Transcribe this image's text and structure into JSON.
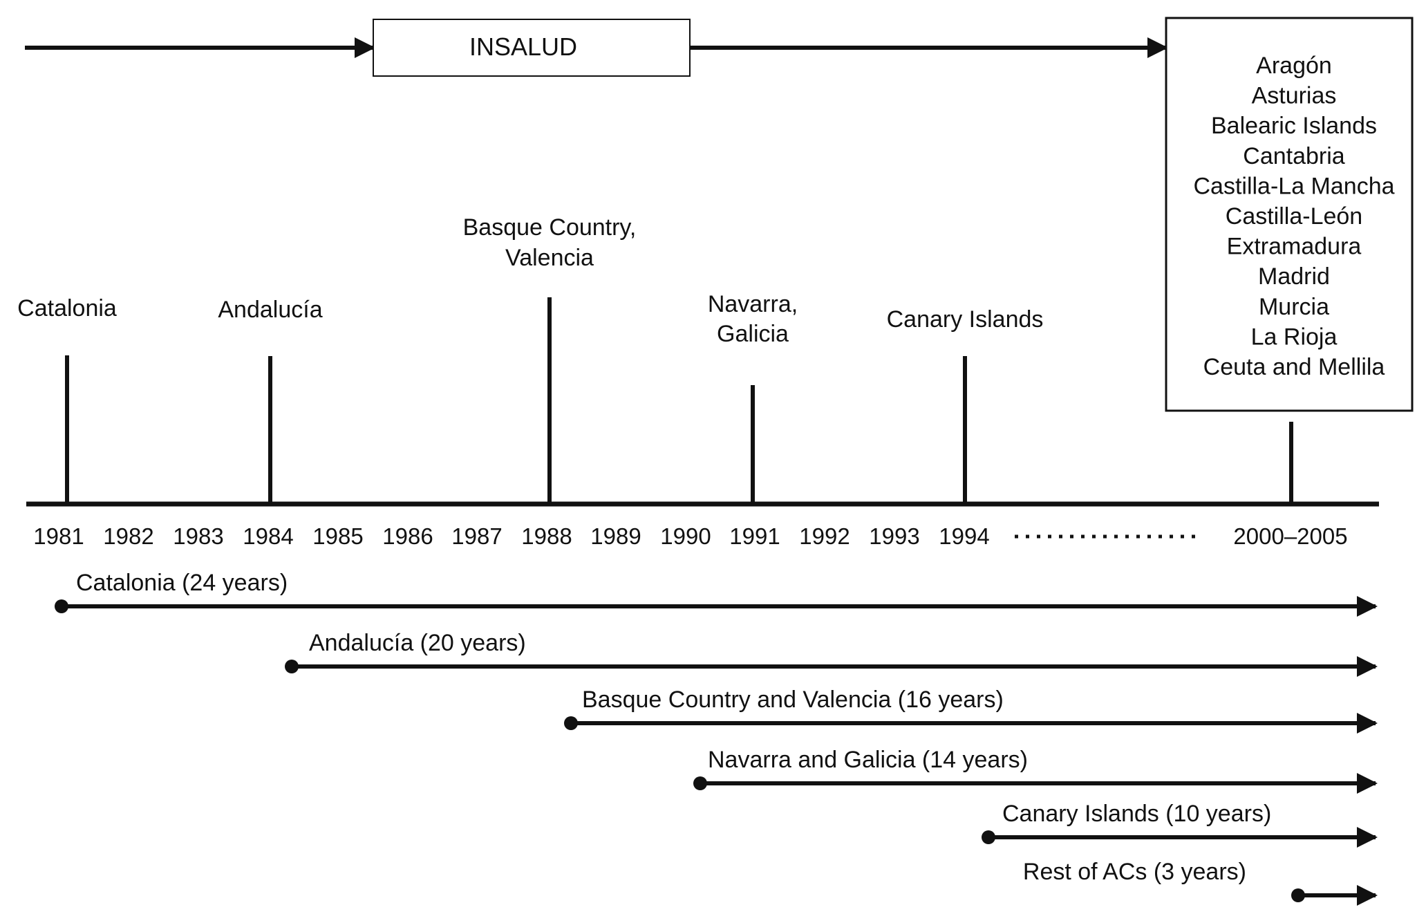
{
  "insalud_label": "INSALUD",
  "years": [
    "1981",
    "1982",
    "1983",
    "1984",
    "1985",
    "1986",
    "1987",
    "1988",
    "1989",
    "1990",
    "1991",
    "1992",
    "1993",
    "1994",
    "2000–2005"
  ],
  "region_labels": [
    {
      "year": "1981",
      "lines": [
        "Catalonia"
      ]
    },
    {
      "year": "1984",
      "lines": [
        "Andalucía"
      ]
    },
    {
      "year": "1988",
      "lines": [
        "Basque Country,",
        "Valencia"
      ]
    },
    {
      "year": "1991",
      "lines": [
        "Navarra,",
        "Galicia"
      ]
    },
    {
      "year": "1994",
      "lines": [
        "Canary Islands"
      ]
    }
  ],
  "rest_regions": [
    "Aragón",
    "Asturias",
    "Balearic Islands",
    "Cantabria",
    "Castilla-La Mancha",
    "Castilla-León",
    "Extramadura",
    "Madrid",
    "Murcia",
    "La Rioja",
    "Ceuta and Mellila"
  ],
  "durations": [
    {
      "label": "Catalonia (24 years)",
      "start": "1981"
    },
    {
      "label": "Andalucía (20 years)",
      "start": "1984"
    },
    {
      "label": "Basque Country and Valencia (16 years)",
      "start": "1988"
    },
    {
      "label": "Navarra and Galicia (14 years)",
      "start": "1991"
    },
    {
      "label": "Canary Islands (10 years)",
      "start": "1994"
    },
    {
      "label": "Rest of ACs (3 years)",
      "start": "2000–2005"
    }
  ]
}
